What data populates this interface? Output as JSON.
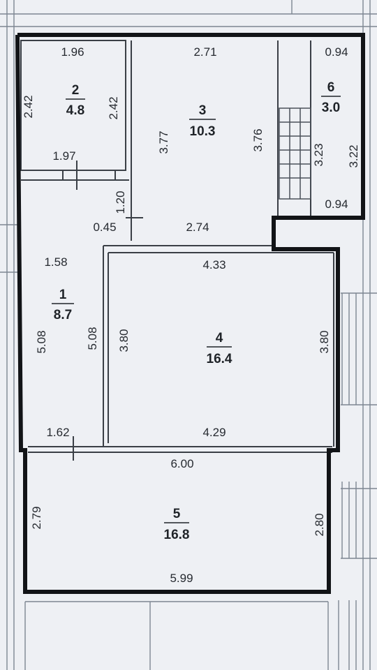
{
  "rooms": [
    {
      "number": "1",
      "area": "8.7"
    },
    {
      "number": "2",
      "area": "4.8"
    },
    {
      "number": "3",
      "area": "10.3"
    },
    {
      "number": "4",
      "area": "16.4"
    },
    {
      "number": "5",
      "area": "16.8"
    },
    {
      "number": "6",
      "area": "3.0"
    }
  ],
  "dimensions": {
    "r2_top": "1.96",
    "r2_left": "2.42",
    "r2_right": "2.42",
    "r2_bottom": "1.97",
    "r3_top": "2.71",
    "r3_left": "3.77",
    "r3_right": "3.76",
    "r3_bottom": "2.74",
    "r6_top": "0.94",
    "r6_left": "3.23",
    "r6_right": "3.22",
    "r6_bottom": "0.94",
    "door_gap": "1.20",
    "partition": "0.45",
    "r1_top": "1.58",
    "r1_left": "5.08",
    "r1_right": "5.08",
    "r1_bottom": "1.62",
    "r4_top": "4.33",
    "r4_left": "3.80",
    "r4_right": "3.80",
    "r4_bottom": "4.29",
    "r5_top": "6.00",
    "r5_left": "2.79",
    "r5_right": "2.80",
    "r5_bottom": "5.99"
  }
}
